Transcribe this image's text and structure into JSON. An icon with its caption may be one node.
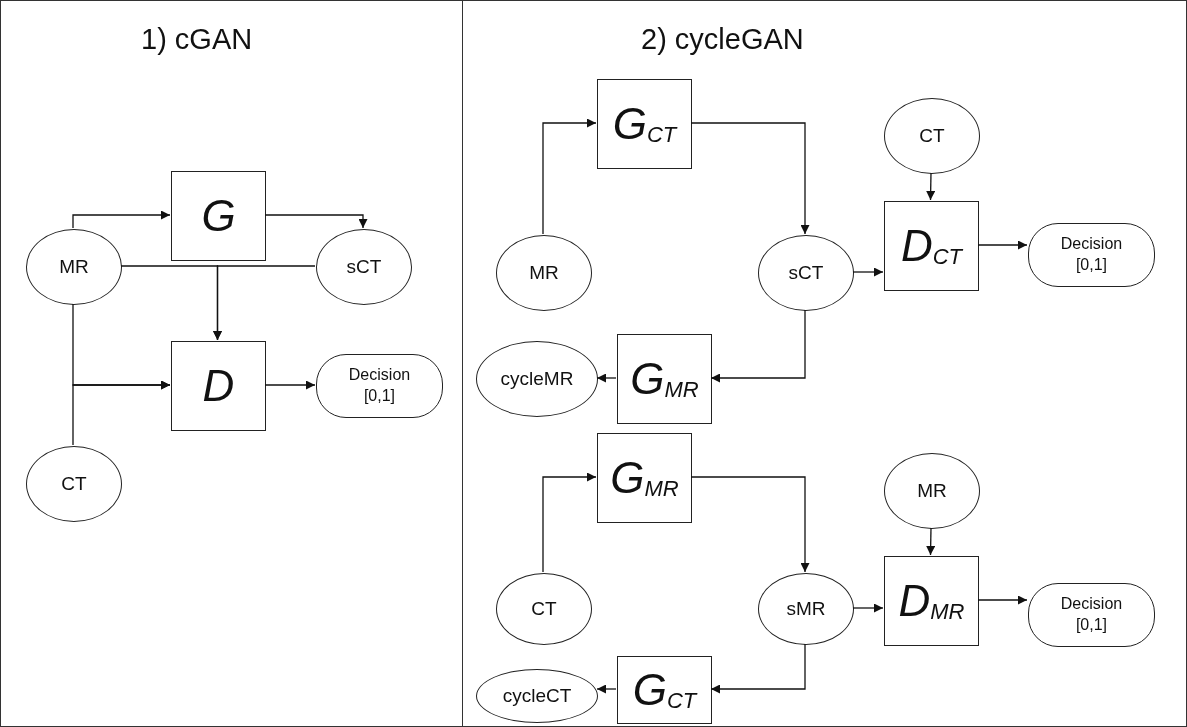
{
  "diagram": {
    "nodes": [
      {
        "text": [
          "1) cGAN"
        ]
      },
      {
        "text": [
          "G"
        ],
        "in": 0
      },
      {
        "text": [
          "MR"
        ],
        "in": 0
      },
      {
        "text": [
          "sCT"
        ],
        "in": 0
      },
      {
        "text": [
          "D"
        ],
        "in": 0
      },
      {
        "text": [
          "Decision [0,1]"
        ],
        "in": 0
      },
      {
        "text": [
          "CT"
        ],
        "in": 0
      },
      {
        "text": [
          "2) cycleGAN"
        ]
      },
      {
        "text": [
          "G$_{CT}$"
        ],
        "in": 7
      },
      {
        "text": [
          "CT"
        ],
        "in": 7
      },
      {
        "text": [
          "MR"
        ],
        "in": 7
      },
      {
        "text": [
          "sCT"
        ],
        "in": 7
      },
      {
        "text": [
          "D$_{CT}$"
        ],
        "in": 7
      },
      {
        "text": [
          "Decision [0,1]"
        ],
        "in": 7
      },
      {
        "text": [
          "cycleMR"
        ],
        "in": 7
      },
      {
        "text": [
          "G$_{MR}$"
        ],
        "in": 7
      },
      {
        "text": [
          "G$_{MR}$"
        ],
        "in": 7
      },
      {
        "text": [
          "MR"
        ],
        "in": 7
      },
      {
        "text": [
          "CT"
        ],
        "in": 7
      },
      {
        "text": [
          "sMR"
        ],
        "in": 7
      },
      {
        "text": [
          "D$_{MR}$"
        ],
        "in": 7
      },
      {
        "text": [
          "Decision [0,1]"
        ],
        "in": 7
      },
      {
        "text": [
          "cycleCT"
        ],
        "in": 7
      },
      {
        "text": [
          "G$_{CT}$"
        ],
        "in": 7
      }
    ],
    "edges": [
      {
        "from": 2,
        "to": 1,
        "arrow": "to"
      },
      {
        "from": 1,
        "to": 3,
        "arrow": "to"
      },
      {
        "from": 2,
        "to": 4,
        "arrow": "to"
      },
      {
        "from": 3,
        "to": 4,
        "arrow": "to"
      },
      {
        "from": 2,
        "to": 4,
        "arrow": "to"
      },
      {
        "from": 6,
        "to": 4,
        "arrow": "to"
      },
      {
        "from": 4,
        "to": 5,
        "arrow": "to"
      },
      {
        "from": 10,
        "to": 8,
        "arrow": "to"
      },
      {
        "from": 8,
        "to": 11,
        "arrow": "to"
      },
      {
        "from": 11,
        "to": 12,
        "arrow": "to"
      },
      {
        "from": 9,
        "to": 12,
        "arrow": "to"
      },
      {
        "from": 12,
        "to": 13,
        "arrow": "to"
      },
      {
        "from": 11,
        "to": 15,
        "arrow": "to"
      },
      {
        "from": 15,
        "to": 14,
        "arrow": "to"
      },
      {
        "from": 18,
        "to": 16,
        "arrow": "to"
      },
      {
        "from": 16,
        "to": 19,
        "arrow": "to"
      },
      {
        "from": 19,
        "to": 20,
        "arrow": "to"
      },
      {
        "from": 17,
        "to": 20,
        "arrow": "to"
      },
      {
        "from": 20,
        "to": 21,
        "arrow": "to"
      },
      {
        "from": 19,
        "to": 23,
        "arrow": "to"
      },
      {
        "from": 23,
        "to": 22,
        "arrow": "to"
      }
    ]
  }
}
